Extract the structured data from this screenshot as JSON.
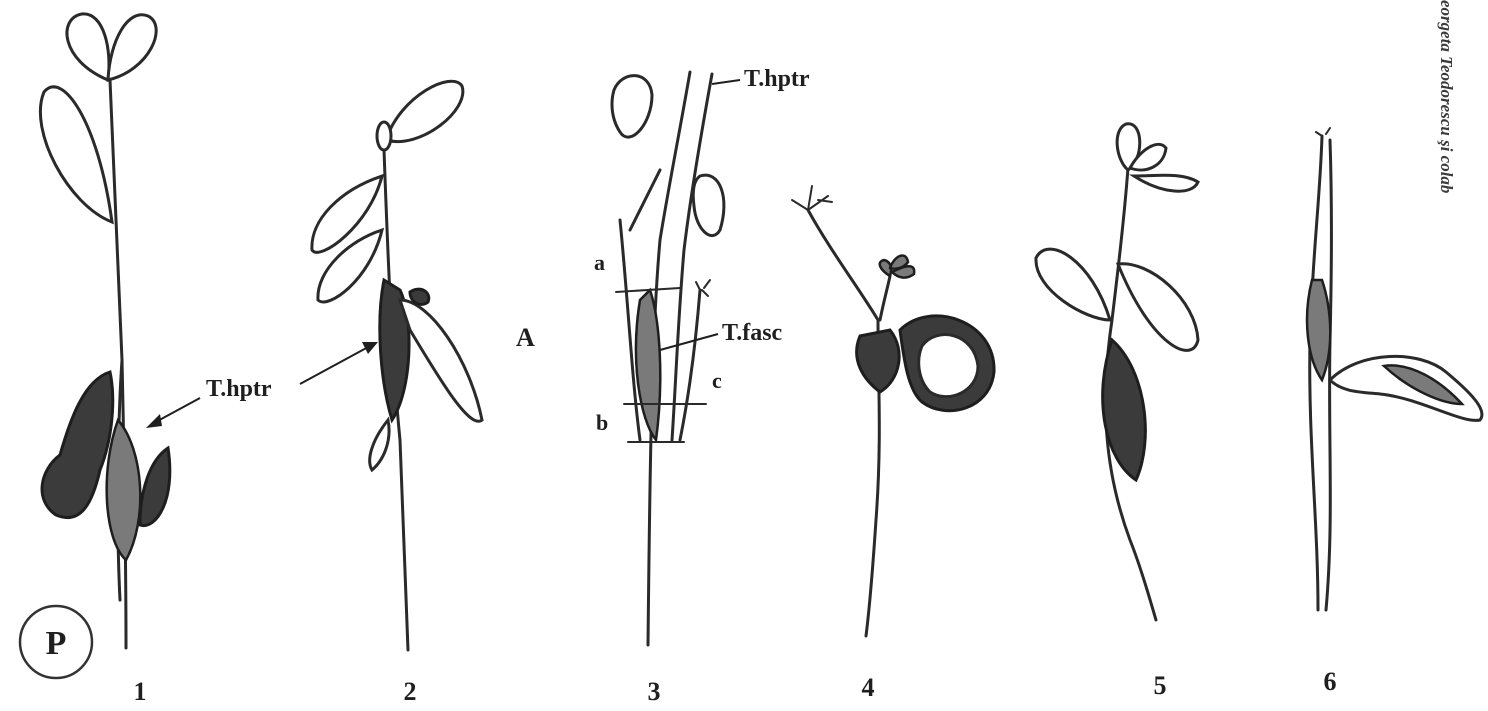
{
  "figure": {
    "credit": "eorgeta Teodorescu şi colab",
    "center_letter": "A",
    "corner_badge": "P",
    "plants": [
      {
        "number": "1"
      },
      {
        "number": "2"
      },
      {
        "number": "3"
      },
      {
        "number": "4"
      },
      {
        "number": "5"
      },
      {
        "number": "6"
      }
    ],
    "annotations": {
      "plant1_label": "T.hptr",
      "plant3_top_label": "T.hptr",
      "plant3_fasc_label": "T.fasc",
      "level_a": "a",
      "level_b": "b",
      "level_c": "c"
    }
  }
}
